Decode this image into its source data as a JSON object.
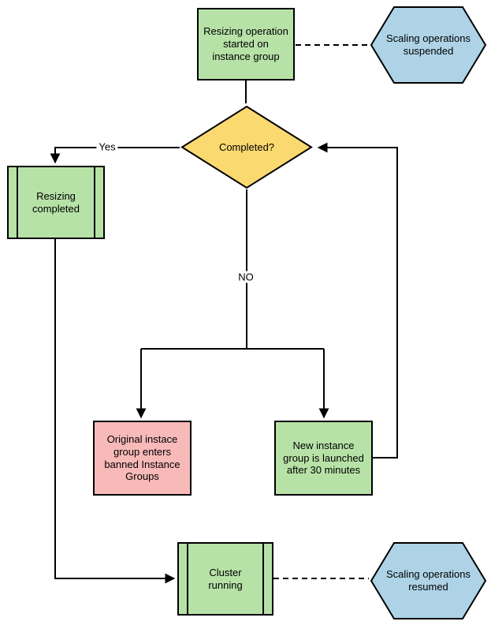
{
  "diagram": {
    "title": "resizing-operation-flowchart",
    "colors": {
      "process_green": "#b7e2a7",
      "decision_yellow": "#fad970",
      "alert_pink": "#f8b9b9",
      "hexagon_blue": "#aed3e7",
      "line": "#000000",
      "background": "#ffffff"
    },
    "nodes": {
      "start": {
        "type": "process",
        "lines": [
          "Resizing operation",
          "started on",
          "instance group"
        ]
      },
      "suspended": {
        "type": "hexagon",
        "lines": [
          "Scaling operations",
          "suspended"
        ]
      },
      "decision": {
        "type": "decision",
        "lines": [
          "Completed?"
        ]
      },
      "resizing_completed": {
        "type": "predefined-process",
        "lines": [
          "Resizing",
          "completed"
        ]
      },
      "banned_group": {
        "type": "process",
        "lines": [
          "Original instace",
          "group enters",
          "banned Instance",
          "Groups"
        ]
      },
      "new_group": {
        "type": "process",
        "lines": [
          "New instance",
          "group is launched",
          "after 30 minutes"
        ]
      },
      "cluster_running": {
        "type": "predefined-process",
        "lines": [
          "Cluster",
          "running"
        ]
      },
      "resumed": {
        "type": "hexagon",
        "lines": [
          "Scaling operations",
          "resumed"
        ]
      }
    },
    "edge_labels": {
      "yes": "Yes",
      "no": "NO"
    }
  }
}
